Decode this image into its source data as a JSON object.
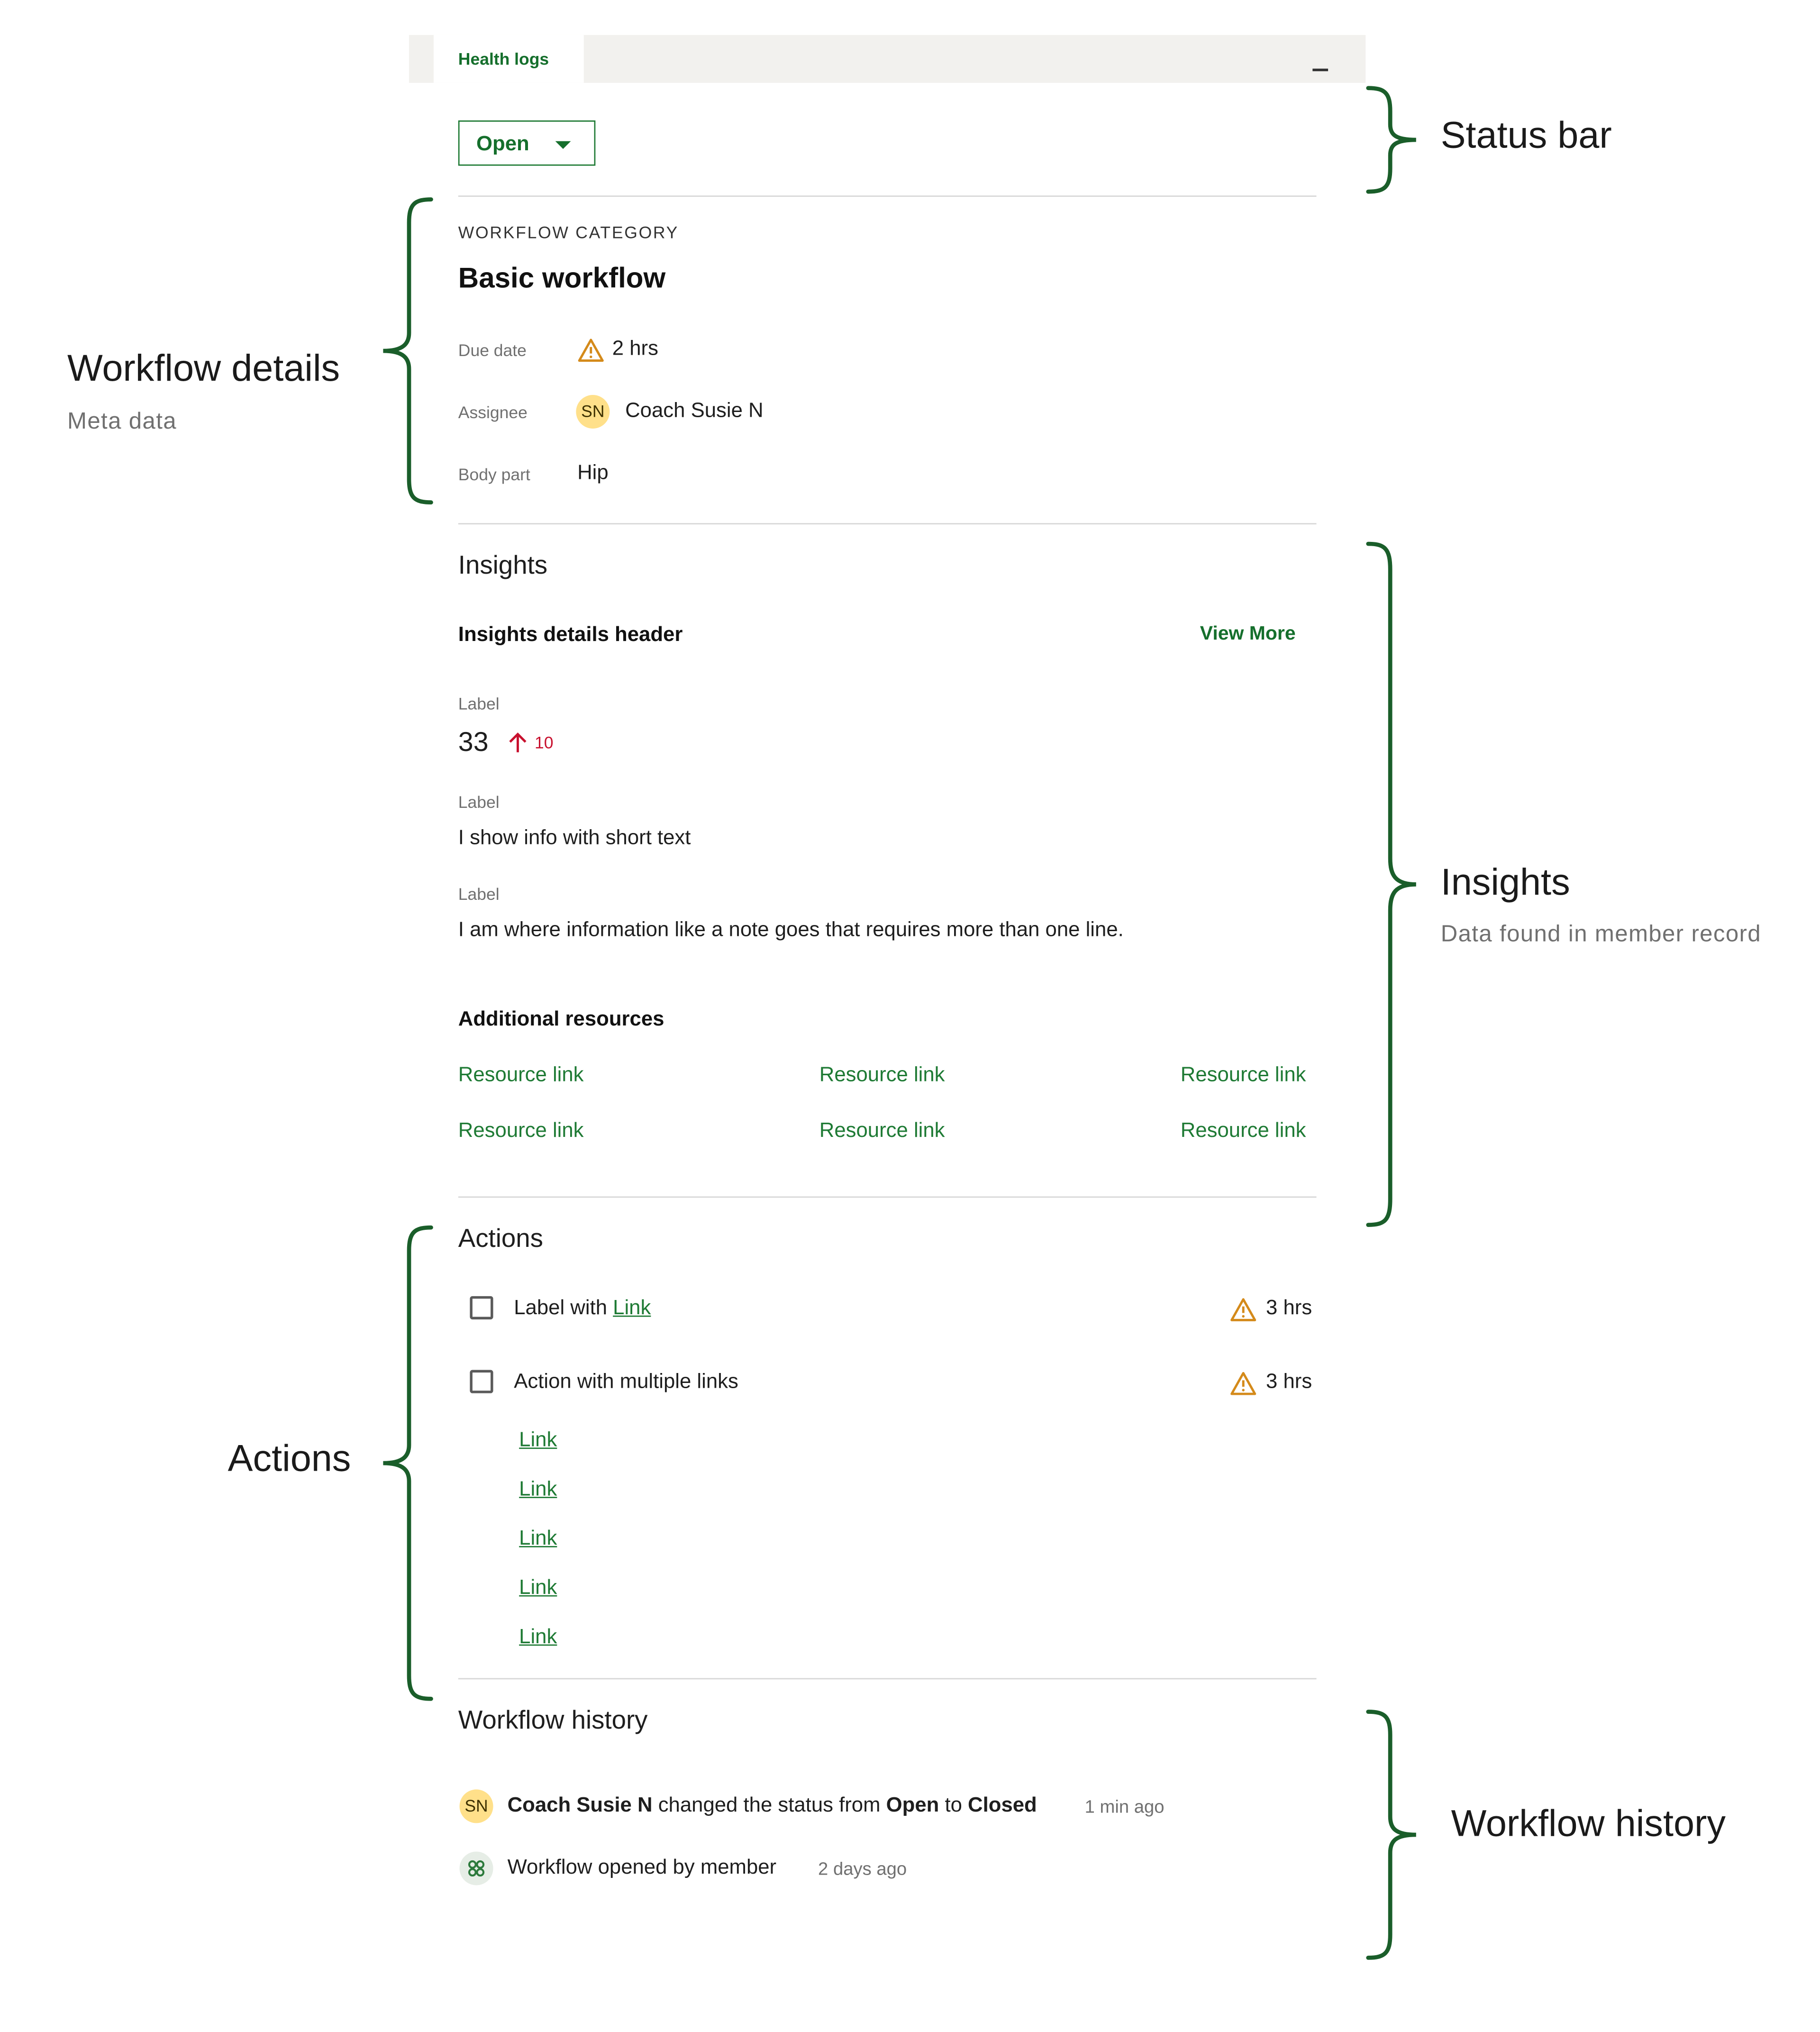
{
  "tabs": {
    "active": "Health logs"
  },
  "status": {
    "value": "Open"
  },
  "workflow": {
    "category_label": "WORKFLOW CATEGORY",
    "title": "Basic workflow",
    "due_label": "Due date",
    "due_value": "2 hrs",
    "assignee_label": "Assignee",
    "assignee_initials": "SN",
    "assignee_name": "Coach Susie N",
    "bodypart_label": "Body part",
    "bodypart_value": "Hip"
  },
  "insights": {
    "heading": "Insights",
    "details_header": "Insights details header",
    "view_more": "View More",
    "items": [
      {
        "label": "Label",
        "value": "33",
        "delta": "10"
      },
      {
        "label": "Label",
        "value": "I show info with short text"
      },
      {
        "label": "Label",
        "value": "I am where information like a note goes that requires more than one line."
      }
    ],
    "resources_heading": "Additional resources",
    "resource_links": [
      "Resource link",
      "Resource link",
      "Resource link",
      "Resource link",
      "Resource link",
      "Resource link"
    ]
  },
  "actions": {
    "heading": "Actions",
    "items": [
      {
        "text": "Label with ",
        "link": "Link",
        "due": "3 hrs"
      },
      {
        "text": "Action with multiple links",
        "due": "3 hrs"
      }
    ],
    "sub_links": [
      "Link",
      "Link",
      "Link",
      "Link",
      "Link"
    ]
  },
  "history": {
    "heading": "Workflow history",
    "entry1": {
      "initials": "SN",
      "actor": "Coach Susie N",
      "mid": " changed the status from ",
      "from": "Open",
      "to_word": " to ",
      "to": "Closed",
      "time": "1 min ago"
    },
    "entry2": {
      "text": "Workflow opened by member",
      "time": "2 days ago"
    }
  },
  "annotations": {
    "status_bar": "Status bar",
    "workflow_details": "Workflow details",
    "workflow_details_sub": "Meta data",
    "insights": "Insights",
    "insights_sub": "Data found in member record",
    "actions": "Actions",
    "workflow_history": "Workflow history"
  },
  "colors": {
    "brand_green": "#1e7a34",
    "warning": "#d48a1a",
    "alert_red": "#c8102e",
    "avatar_yellow": "#ffe08a",
    "brace_green": "#1a5e2a"
  },
  "icons": {
    "warning": "warning-triangle-icon",
    "arrow_up": "arrow-up-icon",
    "member": "member-app-icon",
    "caret": "caret-down-icon"
  }
}
